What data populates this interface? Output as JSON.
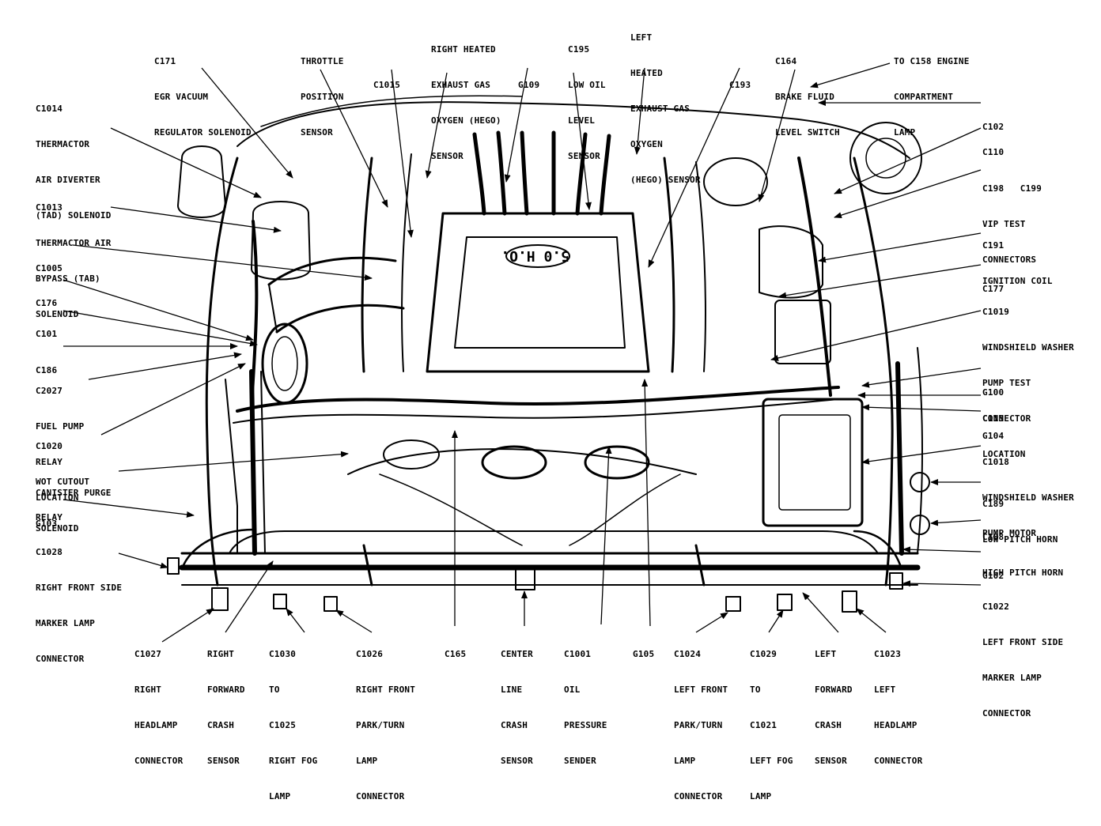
{
  "diagram": {
    "labels": {
      "c171": [
        "C171",
        "EGR VACUUM",
        "REGULATOR SOLENOID"
      ],
      "throttle": [
        "THROTTLE",
        "POSITION",
        "SENSOR"
      ],
      "c1015": [
        "C1015"
      ],
      "hego_right": [
        "RIGHT HEATED",
        "EXHAUST GAS",
        "OXYGEN (HEGO)",
        "SENSOR"
      ],
      "g109": [
        "G109"
      ],
      "c195": [
        "C195",
        "LOW OIL",
        "LEVEL",
        "SENSOR"
      ],
      "hego_left": [
        "LEFT",
        "HEATED",
        "EXHAUST GAS",
        "OXYGEN",
        "(HEGO) SENSOR"
      ],
      "c193": [
        "C193"
      ],
      "c164": [
        "C164",
        "BRAKE FLUID",
        "LEVEL SWITCH"
      ],
      "c158": [
        "TO C158 ENGINE",
        "COMPARTMENT",
        "LAMP"
      ],
      "c1014": [
        "C1014",
        "THERMACTOR",
        "AIR DIVERTER",
        "(TAD) SOLENOID"
      ],
      "c1013": [
        "C1013",
        "THERMACTOR AIR",
        "BYPASS (TAB)",
        "SOLENOID"
      ],
      "c1005": [
        "C1005"
      ],
      "c176": [
        "C176"
      ],
      "c101": [
        "C101"
      ],
      "c186": [
        "C186"
      ],
      "c2027": [
        "C2027",
        "FUEL PUMP",
        "RELAY",
        "LOCATION"
      ],
      "c1020": [
        "C1020",
        "WOT CUTOUT",
        "RELAY"
      ],
      "canister": [
        "CANISTER PURGE",
        "SOLENOID"
      ],
      "g103": [
        "G103"
      ],
      "c1028": [
        "C1028",
        "RIGHT FRONT SIDE",
        "MARKER LAMP",
        "CONNECTOR"
      ],
      "c102": [
        "C102"
      ],
      "c110": [
        "C110"
      ],
      "c198": [
        "C198   C199",
        "VIP TEST",
        "CONNECTORS"
      ],
      "c191": [
        "C191",
        "IGNITION COIL"
      ],
      "c177": [
        "C177"
      ],
      "c1019": [
        "C1019",
        "WINDSHIELD WASHER",
        "PUMP TEST",
        "CONNECTOR",
        "LOCATION"
      ],
      "g100": [
        "G100"
      ],
      "c113": [
        "C113"
      ],
      "g104": [
        "G104"
      ],
      "c1018": [
        "C1018",
        "WINDSHIELD WASHER",
        "PUMP MOTOR"
      ],
      "c189": [
        "C189",
        "LOW PITCH HORN"
      ],
      "c188": [
        "C188",
        "HIGH PITCH HORN"
      ],
      "g102": [
        "G102"
      ],
      "c1022": [
        "C1022",
        "LEFT FRONT SIDE",
        "MARKER LAMP",
        "CONNECTOR"
      ],
      "c1027": [
        "C1027",
        "RIGHT",
        "HEADLAMP",
        "CONNECTOR"
      ],
      "rfcs": [
        "RIGHT",
        "FORWARD",
        "CRASH",
        "SENSOR"
      ],
      "c1030": [
        "C1030",
        "TO",
        "C1025",
        "RIGHT FOG",
        "LAMP"
      ],
      "c1026": [
        "C1026",
        "RIGHT FRONT",
        "PARK/TURN",
        "LAMP",
        "CONNECTOR"
      ],
      "c165": [
        "C165"
      ],
      "center": [
        "CENTER",
        "LINE",
        "CRASH",
        "SENSOR"
      ],
      "c1001": [
        "C1001",
        "OIL",
        "PRESSURE",
        "SENDER"
      ],
      "g105": [
        "G105"
      ],
      "c1024": [
        "C1024",
        "LEFT FRONT",
        "PARK/TURN",
        "LAMP",
        "CONNECTOR"
      ],
      "c1029": [
        "C1029",
        "TO",
        "C1021",
        "LEFT FOG",
        "LAMP"
      ],
      "lfcs": [
        "LEFT",
        "FORWARD",
        "CRASH",
        "SENSOR"
      ],
      "c1023": [
        "C1023",
        "LEFT",
        "HEADLAMP",
        "CONNECTOR"
      ]
    }
  }
}
